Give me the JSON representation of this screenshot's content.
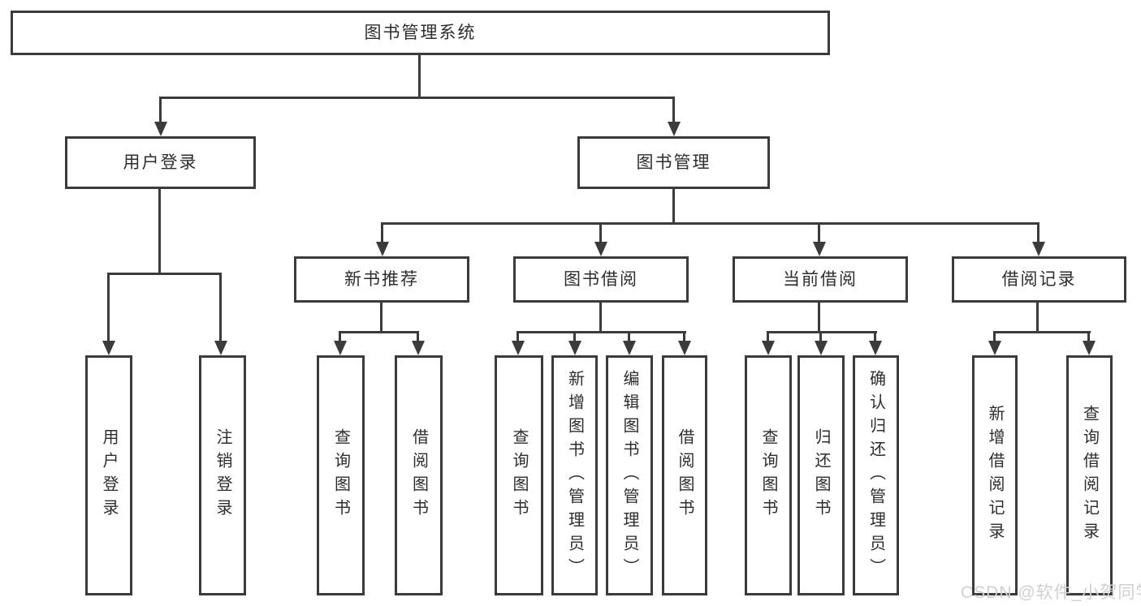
{
  "watermark": "CSDN @软件_小贺同学",
  "colors": {
    "line": "#3b3b3b",
    "text": "#2d2d2d",
    "box_background": "#ffffff",
    "watermark": "#cfcfcf"
  },
  "tree": {
    "label": "图书管理系统",
    "children": [
      {
        "label": "用户登录",
        "children": [
          {
            "label": "用户登录"
          },
          {
            "label": "注销登录"
          }
        ]
      },
      {
        "label": "图书管理",
        "children": [
          {
            "label": "新书推荐",
            "children": [
              {
                "label": "查询图书"
              },
              {
                "label": "借阅图书"
              }
            ]
          },
          {
            "label": "图书借阅",
            "children": [
              {
                "label": "查询图书"
              },
              {
                "label": "新增图书（管理员）"
              },
              {
                "label": "编辑图书（管理员）"
              },
              {
                "label": "借阅图书"
              }
            ]
          },
          {
            "label": "当前借阅",
            "children": [
              {
                "label": "查询图书"
              },
              {
                "label": "归还图书"
              },
              {
                "label": "确认归还（管理员）"
              }
            ]
          },
          {
            "label": "借阅记录",
            "children": [
              {
                "label": "新增借阅记录"
              },
              {
                "label": "查询借阅记录"
              }
            ]
          }
        ]
      }
    ]
  }
}
